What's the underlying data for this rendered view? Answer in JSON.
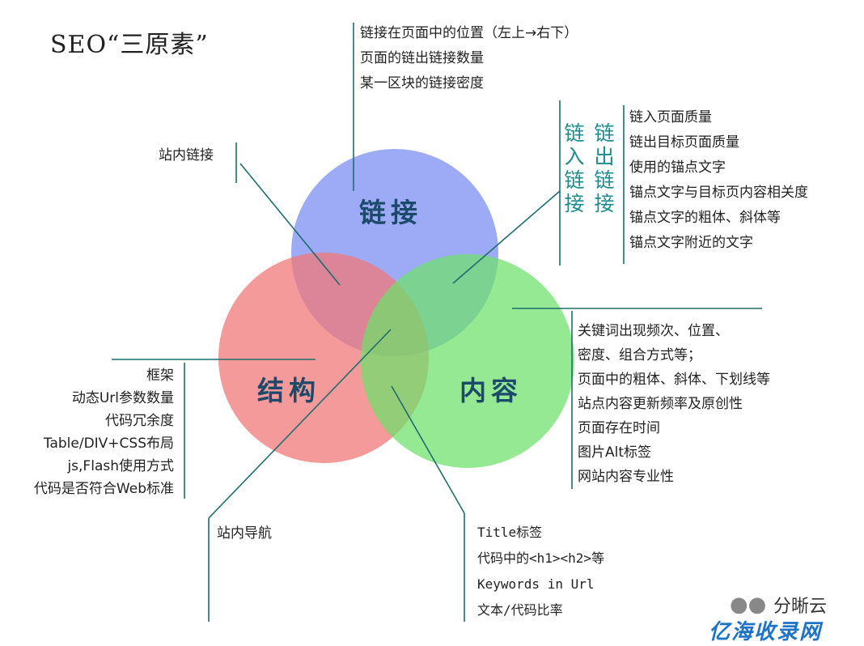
{
  "title": "SEO“三原素”",
  "colors": {
    "link_circle": "#8c9cf4",
    "content_circle": "#6ee06a",
    "structure_circle": "#f27878",
    "lines": "#1e6e6e",
    "circle_text": "#1b4a6b",
    "vertical_text": "#1e8c8c"
  },
  "circles": {
    "link": "链接",
    "content": "内容",
    "structure": "结构"
  },
  "annotations": {
    "link_position": [
      "链接在页面中的位置（左上→右下）",
      "页面的链出链接数量",
      "某一区块的链接密度"
    ],
    "inner_links_label": "站内链接",
    "link_in_label": "链入链接",
    "link_out_label": "链出链接",
    "link_quality": [
      "链入页面质量",
      "链出目标页面质量",
      "使用的锚点文字",
      "锚点文字与目标页内容相关度",
      "锚点文字的粗体、斜体等",
      "锚点文字附近的文字"
    ],
    "content_items": [
      "关键词出现频次、位置、",
      "密度、组合方式等；",
      "页面中的粗体、斜体、下划线等",
      "站点内容更新频率及原创性",
      "页面存在时间",
      "图片Alt标签",
      "网站内容专业性"
    ],
    "structure_items": [
      "框架",
      "动态Url参数数量",
      "代码冗余度",
      "Table/DIV+CSS布局",
      "js,Flash使用方式",
      "代码是否符合Web标准"
    ],
    "inner_nav_label": "站内导航",
    "title_items": [
      "Title标签",
      "代码中的<h1><h2>等",
      "Keywords in Url",
      "文本/代码比率"
    ]
  },
  "watermark": {
    "icon": "wechat-icon",
    "name": "分晰云",
    "site": "亿海收录网"
  }
}
